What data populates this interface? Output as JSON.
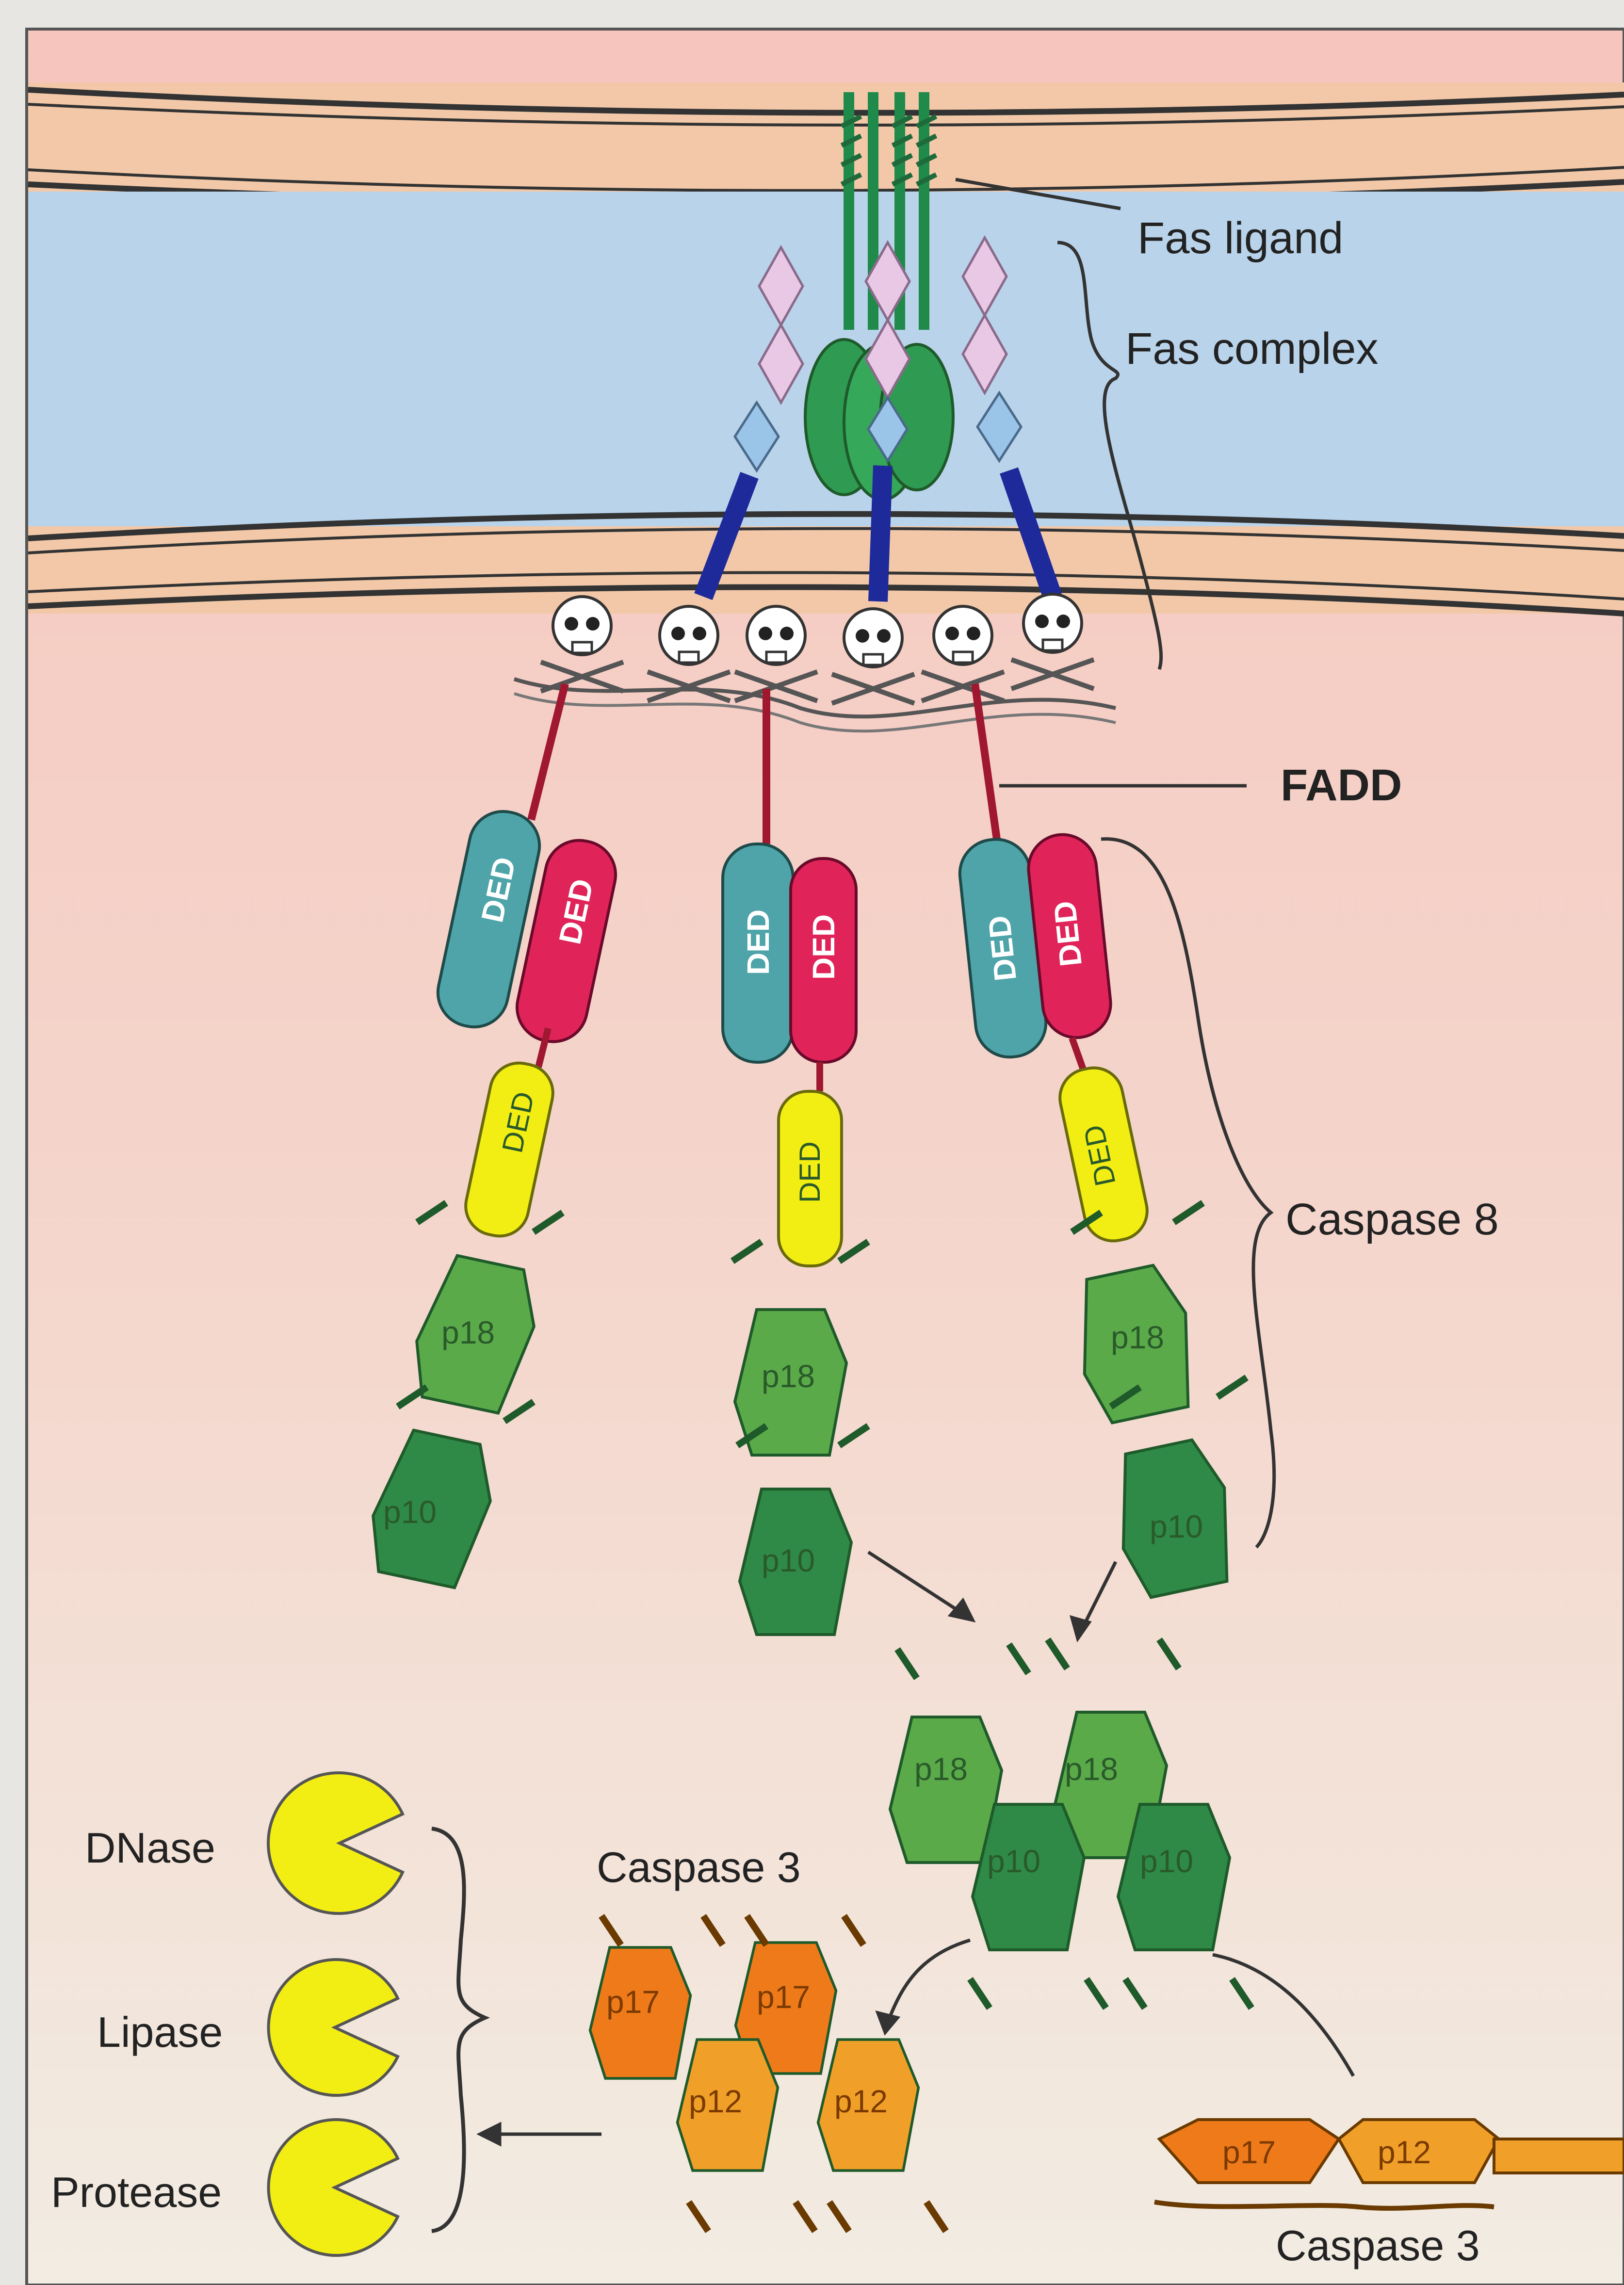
{
  "labels": {
    "fas_ligand": "Fas ligand",
    "fas_complex": "Fas complex",
    "fadd": "FADD",
    "caspase8": "Caspase 8",
    "caspase3_top": "Caspase 3",
    "caspase3_bottom": "Caspase 3",
    "dnase": "DNase",
    "lipase": "Lipase",
    "protease": "Protease"
  },
  "domains": {
    "ded": "DED",
    "p18": "p18",
    "p10": "p10",
    "p17": "p17",
    "p12": "p12"
  },
  "colors": {
    "membrane": "#f2c8a8",
    "extracellular": "#b9d3ea",
    "cytoplasm_top": "#f7c8c0",
    "cytoplasm_bottom": "#f3ece0",
    "ded_teal": "#4ea4a8",
    "ded_red": "#e0245a",
    "ded_yellow": "#f2ee14",
    "p18_green": "#5aaa4a",
    "p10_green": "#2e8a46",
    "p17_orange": "#ef7a1a",
    "p12_orange": "#f0a028",
    "pacman_yellow": "#f2ee14"
  }
}
